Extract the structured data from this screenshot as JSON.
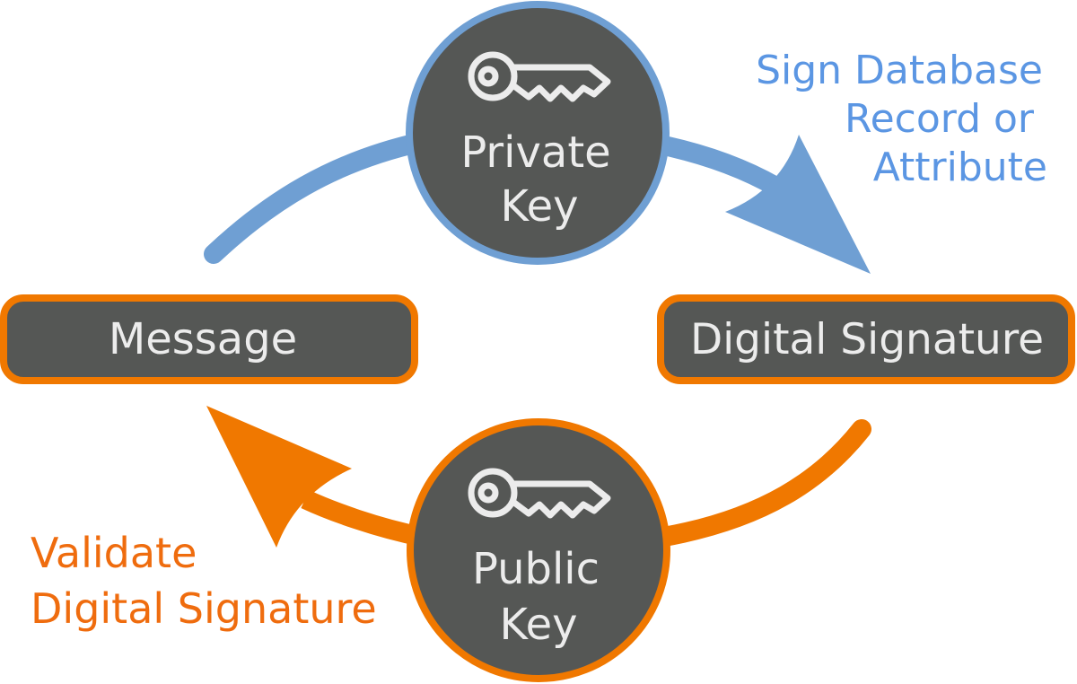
{
  "diagram": {
    "nodes": {
      "private_key": {
        "label_line1": "Private",
        "label_line2": "Key",
        "icon": "key-icon"
      },
      "public_key": {
        "label_line1": "Public",
        "label_line2": "Key",
        "icon": "key-icon"
      },
      "message": {
        "label": "Message"
      },
      "digital_signature": {
        "label": "Digital Signature"
      }
    },
    "captions": {
      "sign": {
        "line1": "Sign Database",
        "line2": "Record or",
        "line3": "Attribute"
      },
      "validate": {
        "line1": "Validate",
        "line2": "Digital Signature"
      }
    },
    "colors": {
      "sign_flow": "#6f9fd3",
      "sign_text": "#5b96e3",
      "validate_flow": "#f07800",
      "validate_text": "#ef6c0e",
      "node_fill": "#555755",
      "node_text": "#ececec"
    }
  }
}
